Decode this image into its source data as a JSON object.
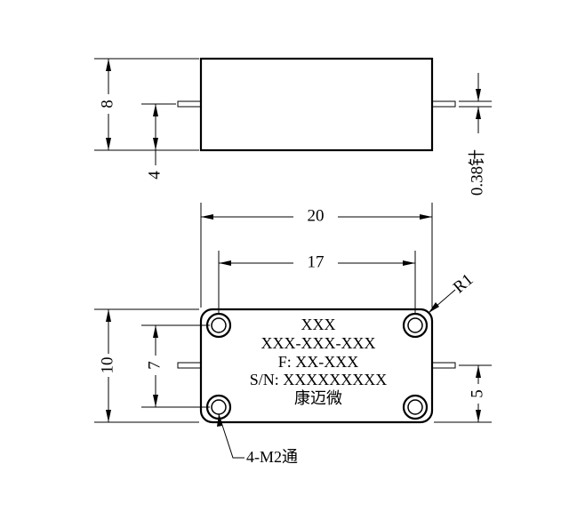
{
  "side_view": {
    "dim_height": "8",
    "dim_pin_height": "4",
    "dim_pin_diameter": "0.38针"
  },
  "top_view": {
    "dim_total_width": "20",
    "dim_hole_spacing_x": "17",
    "dim_total_height": "10",
    "dim_hole_spacing_y": "7",
    "dim_pin_offset": "5",
    "dim_corner_radius": "R1",
    "hole_note": "4-M2通",
    "label_lines": [
      "XXX",
      "XXX-XXX-XXX",
      "F: XX-XXX",
      "S/N: XXXXXXXXX",
      "康迈微"
    ]
  }
}
